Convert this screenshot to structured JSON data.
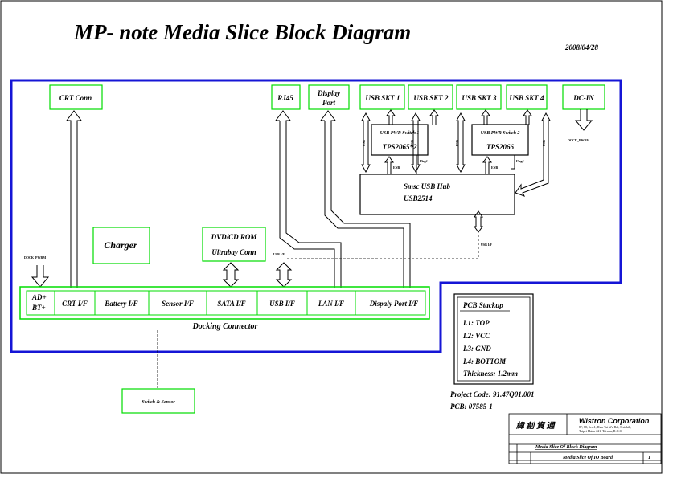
{
  "title": "MP- note Media Slice Block Diagram",
  "date": "2008/04/28",
  "top_connectors": {
    "crt_conn": "CRT Conn",
    "rj45": "RJ45",
    "display_port_line1": "Display",
    "display_port_line2": "Port",
    "usb_skt1": "USB SKT 1",
    "usb_skt2": "USB SKT 2",
    "usb_skt3": "USB SKT 3",
    "usb_skt4": "USB SKT 4",
    "dc_in": "DC-IN"
  },
  "pwr_switches": {
    "sw1_title": "USB PWR Switch 1",
    "sw1_part": "TPS2065*2",
    "sw2_title": "USB PWR Switch 2",
    "sw2_part": "TPS2066"
  },
  "hub": {
    "line1": "Smsc USB Hub",
    "line2": "USB2514"
  },
  "small_labels": {
    "usb": "USB",
    "enb": "ENB",
    "vbus": "Vbus",
    "flag": "Flag#",
    "dock_pwrm": "DOCK_PWRM",
    "usb_if": "USB I/F"
  },
  "charger": "Charger",
  "dvd_line1": "DVD/CD ROM",
  "dvd_line2": "Ultrabay Conn",
  "docking": {
    "ad_plus": "AD+",
    "bt_plus": "BT+",
    "cells": [
      "CRT I/F",
      "Battery I/F",
      "Sensor I/F",
      "SATA I/F",
      "USB I/F",
      "LAN I/F",
      "Dispaly Port I/F"
    ],
    "label": "Docking Connector"
  },
  "switch_sensor": "Switch & Sensor",
  "pcb_stackup": {
    "title": "PCB Stackup",
    "l1": "L1: TOP",
    "l2": "L2: VCC",
    "l3": "L3: GND",
    "l4": "L4: BOTTOM",
    "thickness": "Thickness: 1.2mm"
  },
  "project_code": "Project Code: 91.47Q01.001",
  "pcb_no": "PCB: 07585-1",
  "title_block": {
    "chinese": "緯 創 資 通",
    "company": "Wistron Corporation",
    "addr1": "8F, 88, Sec.1, Hsin Tai Wu Rd., Hsichih,",
    "addr2": "Taipei Hsien 221, Taiwan, R.O.C.",
    "title_name": "Media Slice Of Block Diagram",
    "doc_name": "Media Slice Of IO Board",
    "rev": "1"
  },
  "colors": {
    "blue_frame": "#1515d6",
    "green": "#00dd00",
    "black": "#000000"
  }
}
